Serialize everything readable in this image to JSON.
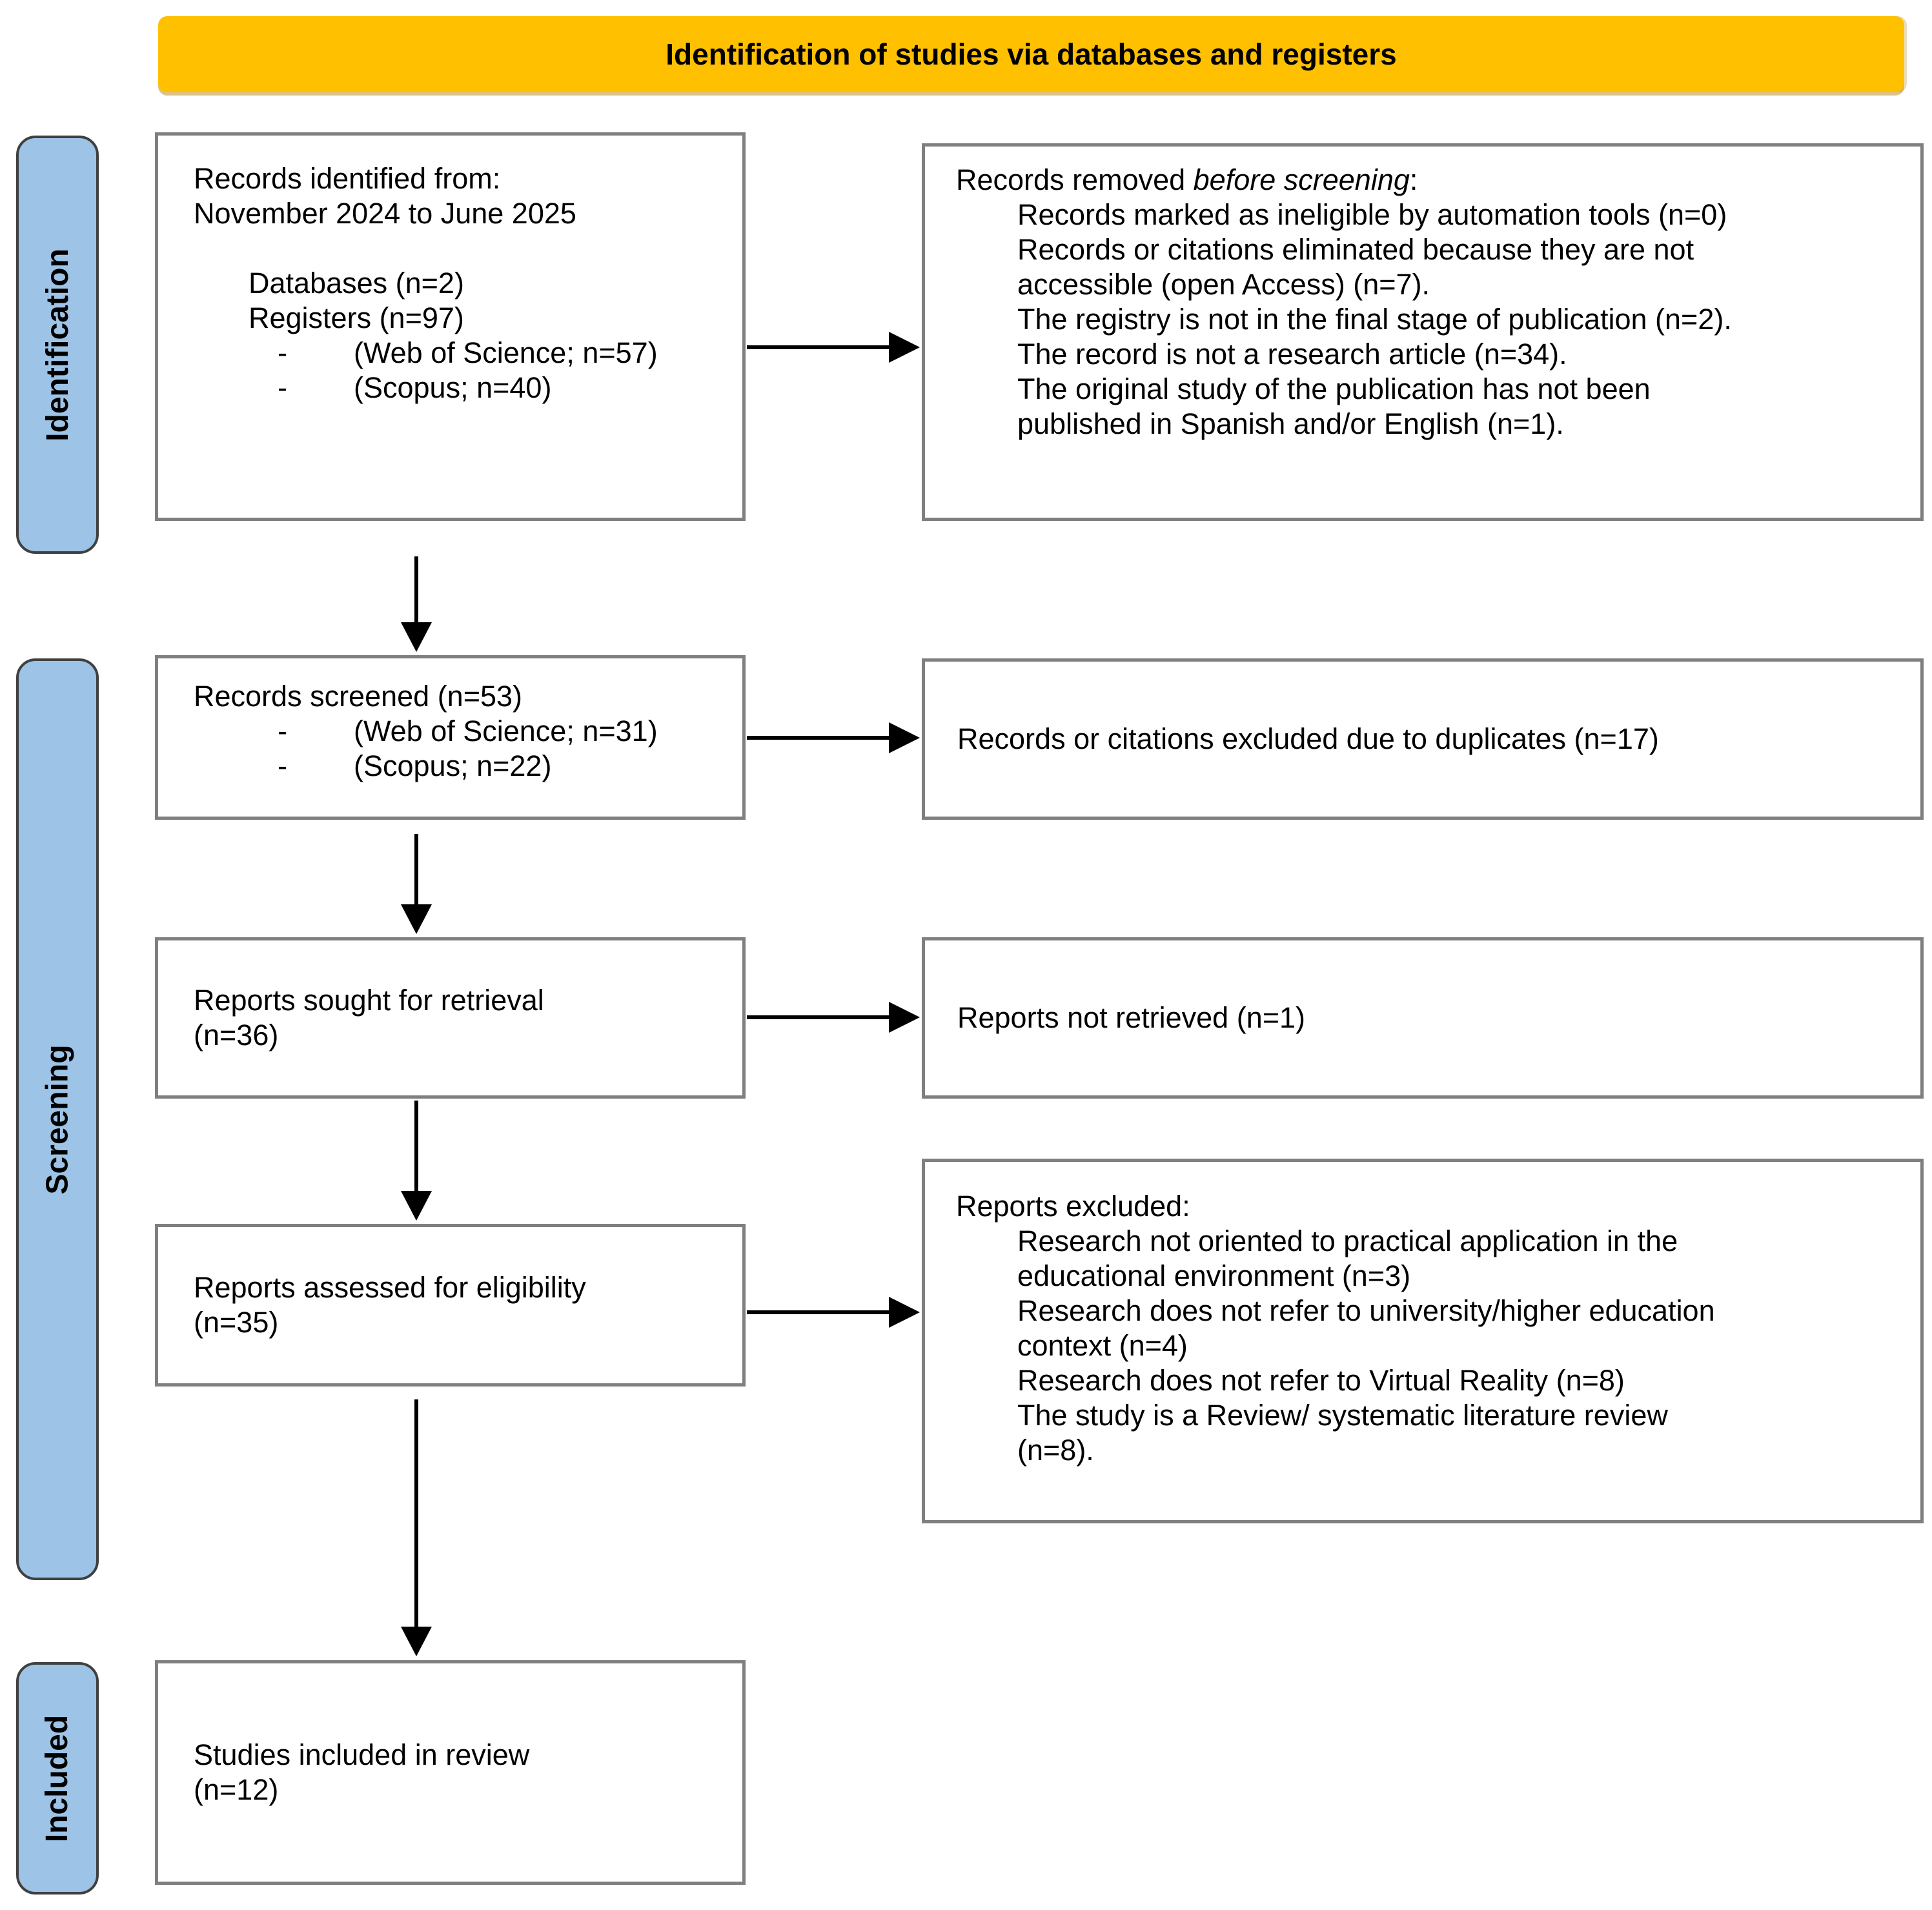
{
  "banner": {
    "title": "Identification of studies via databases and registers",
    "bg_color": "#FFC000"
  },
  "sidebar": {
    "bg_color": "#9DC3E6",
    "labels": [
      {
        "text": "Identification"
      },
      {
        "text": "Screening"
      },
      {
        "text": "Included"
      }
    ]
  },
  "dash": "-",
  "boxes": {
    "records_identified": {
      "line1": "Records identified from:",
      "line2": "November 2024 to June 2025",
      "items": [
        "Databases (n=2)",
        "Registers (n=97)"
      ],
      "sub_items": [
        "(Web of Science; n=57)",
        "(Scopus; n=40)"
      ]
    },
    "records_removed": {
      "title_prefix": "Records removed ",
      "title_italic": "before screening",
      "title_suffix": ":",
      "items": [
        "Records marked as ineligible by automation tools (n=0)",
        "Records or citations eliminated because they are not\naccessible (open Access) (n=7).",
        "The registry is not in the final stage of publication (n=2).",
        "The record is not a research article (n=34).",
        "The original study of the publication has not been\npublished in Spanish and/or English (n=1)."
      ]
    },
    "records_screened": {
      "line1": "Records screened (n=53)",
      "sub_items": [
        "(Web of Science; n=31)",
        "(Scopus; n=22)"
      ]
    },
    "duplicates_excluded": {
      "text": "Records or citations excluded due to duplicates (n=17)"
    },
    "reports_sought": {
      "line1": "Reports sought for retrieval",
      "line2": "(n=36)"
    },
    "reports_not_retrieved": {
      "text": "Reports not retrieved (n=1)"
    },
    "reports_assessed": {
      "line1": "Reports assessed for eligibility",
      "line2": "(n=35)"
    },
    "reports_excluded": {
      "title": "Reports excluded:",
      "items": [
        "Research not oriented to practical application in the\neducational environment (n=3)",
        "Research does not refer to university/higher education\ncontext (n=4)",
        "Research does not refer to Virtual Reality (n=8)",
        "The study is a Review/ systematic literature review\n(n=8)."
      ]
    },
    "studies_included": {
      "line1": "Studies included in review",
      "line2": "(n=12)"
    }
  }
}
